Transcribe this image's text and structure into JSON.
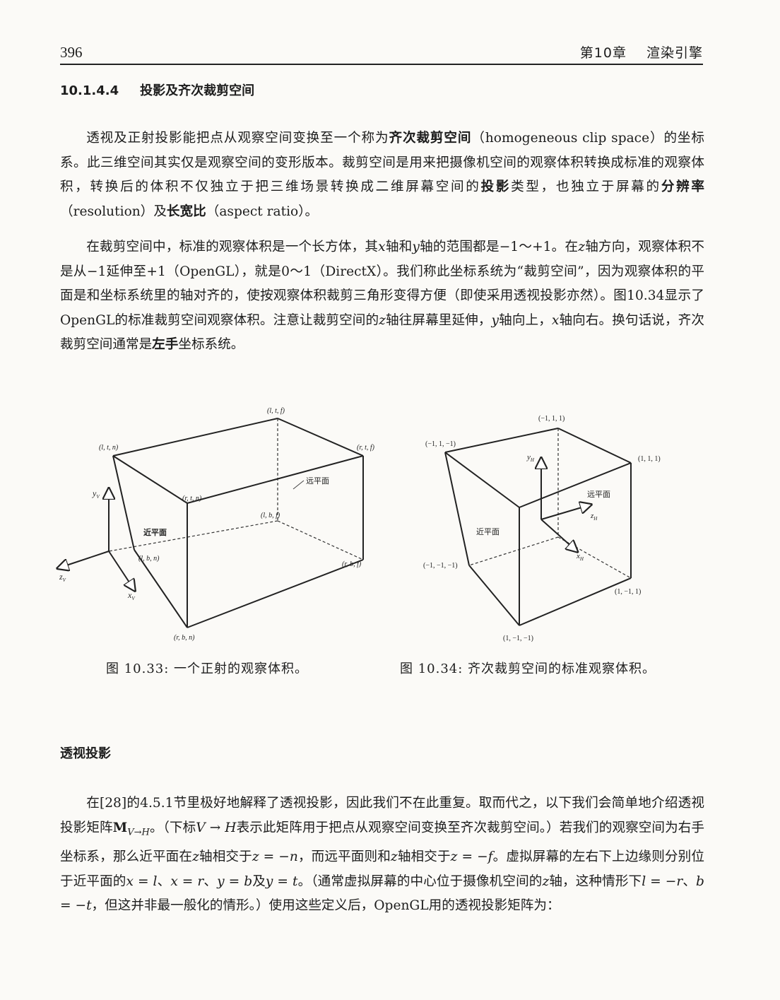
{
  "header": {
    "page_number": "396",
    "chapter": "第10章",
    "chapter_title": "渲染引擎"
  },
  "section": {
    "number": "10.1.4.4",
    "title": "投影及齐次裁剪空间"
  },
  "p1": {
    "t1": "透视及正射投影能把点从观察空间变换至一个称为",
    "b1": "齐次裁剪空间",
    "t2": "（homogeneous clip space）的坐标系。此三维空间其实仅是观察空间的变形版本。裁剪空间是用来把摄像机空间的观察体积转换成标准的观察体积，转换后的体积不仅独立于把三维场景转换成二维屏幕空间的",
    "b2": "投影",
    "t3": "类型，也独立于屏幕的",
    "b3": "分辨率",
    "t4": "（resolution）及",
    "b4": "长宽比",
    "t5": "（aspect ratio）。"
  },
  "p2": {
    "t1": "在裁剪空间中，标准的观察体积是一个长方体，其",
    "x": "x",
    "t2": "轴和",
    "y": "y",
    "t3": "轴的范围都是−1～+1。在",
    "z": "z",
    "t4": "轴方向，观察体积不是从−1延伸至+1（OpenGL），就是0～1（DirectX）。我们称此坐标系统为“裁剪空间”，因为观察体积的平面是和坐标系统里的轴对齐的，使按观察体积裁剪三角形变得方便（即使采用透视投影亦然）。图10.34显示了OpenGL的标准裁剪空间观察体积。注意让裁剪空间的",
    "z2": "z",
    "t5": "轴往屏幕里延伸，",
    "y2": "y",
    "t6": "轴向上，",
    "x2": "x",
    "t7": "轴向右。换句话说，齐次裁剪空间通常是",
    "b1": "左手",
    "t8": "坐标系统。"
  },
  "figure1": {
    "labels": {
      "ltf": "(l, t, f)",
      "ltn": "(l, t, n)",
      "rtf": "(r, t, f)",
      "rtn": "(r, t, n)",
      "lbf": "(l, b, f)",
      "lbn": "(l, b, n)",
      "rbf": "(r, b, f)",
      "rbn": "(r, b, n)",
      "far": "远平面",
      "near": "近平面",
      "y": "y",
      "y_sub": "V",
      "x": "x",
      "x_sub": "V",
      "z": "z",
      "z_sub": "V"
    },
    "caption": "图 10.33: 一个正射的观察体积。"
  },
  "figure2": {
    "labels": {
      "m11m1": "(−1, 1, −1)",
      "m111": "(−1, 1, 1)",
      "p111": "(1, 1, 1)",
      "m1m1m1": "(−1, −1, −1)",
      "p1m11": "(1, −1, 1)",
      "p1m1m1": "(1, −1, −1)",
      "far": "远平面",
      "near": "近平面",
      "y": "y",
      "y_sub": "H",
      "x": "x",
      "x_sub": "H",
      "z": "z",
      "z_sub": "H"
    },
    "caption": "图 10.34: 齐次裁剪空间的标准观察体积。"
  },
  "subsection": "透视投影",
  "p3": {
    "t1": "在[28]的4.5.1节里极好地解释了透视投影，因此我们不在此重复。取而代之，以下我们会简单地介绍透视投影矩阵",
    "m": "M",
    "msub": "V→H",
    "t2": "。（下标",
    "v": "V",
    "arrow": " → ",
    "h": "H",
    "t3": "表示此矩阵用于把点从观察空间变换至齐次裁剪空间。）若我们的观察空间为右手坐标系，那么近平面在",
    "z1": "z",
    "t4": "轴相交于",
    "e1": "z = −n",
    "t5": "，而远平面则和",
    "z2": "z",
    "t6": "轴相交于",
    "e2": "z = −f",
    "t7": "。虚拟屏幕的左右下上边缘则分别位于近平面的",
    "e3": "x = l",
    "t8": "、",
    "e4": "x = r",
    "t9": "、",
    "e5": "y = b",
    "t10": "及",
    "e6": "y = t",
    "t11": "。（通常虚拟屏幕的中心位于摄像机空间的",
    "z3": "z",
    "t12": "轴，这种情形下",
    "e7": "l = −r",
    "t13": "、",
    "e8": "b = −t",
    "t14": "，但这并非最一般化的情形。）使用这些定义后，OpenGL用的透视投影矩阵为："
  }
}
